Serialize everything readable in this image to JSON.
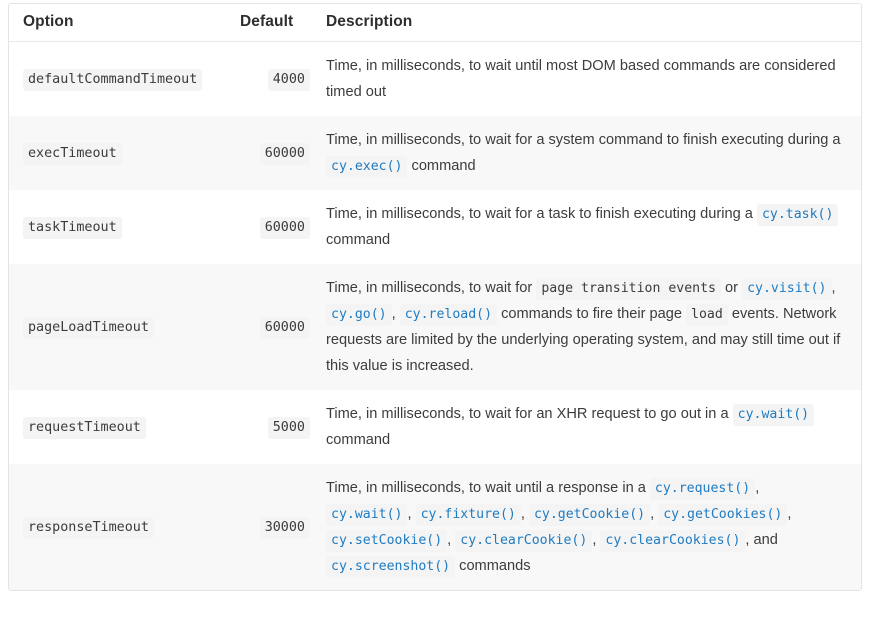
{
  "table": {
    "name": "cypress-timeouts-configuration",
    "columns": [
      {
        "key": "option",
        "label": "Option"
      },
      {
        "key": "default",
        "label": "Default"
      },
      {
        "key": "description",
        "label": "Description"
      }
    ],
    "rows": [
      {
        "option": "defaultCommandTimeout",
        "default": "4000",
        "description_parts": [
          {
            "type": "text",
            "text": "Time, in milliseconds, to wait until most DOM based commands are considered timed out"
          }
        ]
      },
      {
        "option": "execTimeout",
        "default": "60000",
        "description_parts": [
          {
            "type": "text",
            "text": "Time, in milliseconds, to wait for a system command to finish executing during a "
          },
          {
            "type": "code-link",
            "text": "cy.exec()"
          },
          {
            "type": "text",
            "text": " command"
          }
        ]
      },
      {
        "option": "taskTimeout",
        "default": "60000",
        "description_parts": [
          {
            "type": "text",
            "text": "Time, in milliseconds, to wait for a task to finish executing during a "
          },
          {
            "type": "code-link",
            "text": "cy.task()"
          },
          {
            "type": "text",
            "text": " command"
          }
        ]
      },
      {
        "option": "pageLoadTimeout",
        "default": "60000",
        "description_parts": [
          {
            "type": "text",
            "text": "Time, in milliseconds, to wait for "
          },
          {
            "type": "code",
            "text": "page transition events"
          },
          {
            "type": "text",
            "text": " or "
          },
          {
            "type": "code-link",
            "text": "cy.visit()"
          },
          {
            "type": "text",
            "text": ", "
          },
          {
            "type": "code-link",
            "text": "cy.go()"
          },
          {
            "type": "text",
            "text": ", "
          },
          {
            "type": "code-link",
            "text": "cy.reload()"
          },
          {
            "type": "text",
            "text": " commands to fire their page "
          },
          {
            "type": "code",
            "text": "load"
          },
          {
            "type": "text",
            "text": " events. Network requests are limited by the underlying operating system, and may still time out if this value is increased."
          }
        ]
      },
      {
        "option": "requestTimeout",
        "default": "5000",
        "description_parts": [
          {
            "type": "text",
            "text": "Time, in milliseconds, to wait for an XHR request to go out in a "
          },
          {
            "type": "code-link",
            "text": "cy.wait()"
          },
          {
            "type": "text",
            "text": " command"
          }
        ]
      },
      {
        "option": "responseTimeout",
        "default": "30000",
        "description_parts": [
          {
            "type": "text",
            "text": "Time, in milliseconds, to wait until a response in a "
          },
          {
            "type": "code-link",
            "text": "cy.request()"
          },
          {
            "type": "text",
            "text": ", "
          },
          {
            "type": "code-link",
            "text": "cy.wait()"
          },
          {
            "type": "text",
            "text": ", "
          },
          {
            "type": "code-link",
            "text": "cy.fixture()"
          },
          {
            "type": "text",
            "text": ", "
          },
          {
            "type": "code-link",
            "text": "cy.getCookie()"
          },
          {
            "type": "text",
            "text": ", "
          },
          {
            "type": "code-link",
            "text": "cy.getCookies()"
          },
          {
            "type": "text",
            "text": ", "
          },
          {
            "type": "code-link",
            "text": "cy.setCookie()"
          },
          {
            "type": "text",
            "text": ", "
          },
          {
            "type": "code-link",
            "text": "cy.clearCookie()"
          },
          {
            "type": "text",
            "text": ", "
          },
          {
            "type": "code-link",
            "text": "cy.clearCookies()"
          },
          {
            "type": "text",
            "text": ", and "
          },
          {
            "type": "code-link",
            "text": "cy.screenshot()"
          },
          {
            "type": "text",
            "text": " commands"
          }
        ]
      }
    ]
  },
  "colors": {
    "link": "#1f7bc2",
    "code_bg": "#f4f4f4",
    "code_text": "#3b3b3b",
    "row_stripe": "#f8f8f8",
    "row_base": "#ffffff",
    "border": "#e4e4e4",
    "text": "#3a3a3a",
    "header_text": "#2e2e2e"
  }
}
